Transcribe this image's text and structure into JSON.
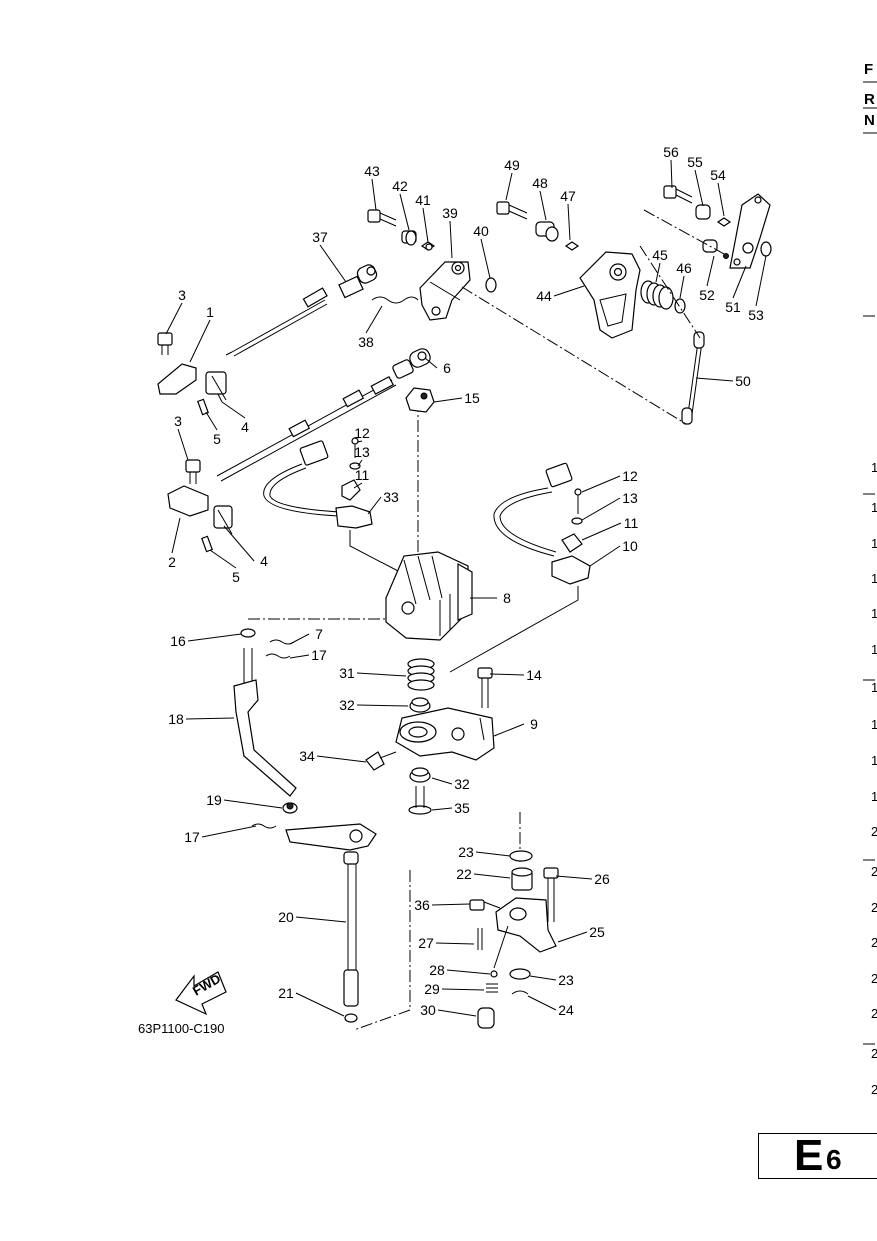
{
  "diagram": {
    "figure_code": "63P1100-C190",
    "fwd_label": "FWD",
    "section": {
      "letter": "E",
      "digit": "6"
    },
    "edge_header": [
      "F",
      "R",
      "N"
    ],
    "edge_rows": [
      "1",
      "1",
      "1",
      "1",
      "1",
      "1",
      "1",
      "1",
      "1",
      "1",
      "2",
      "2",
      "2",
      "2",
      "2",
      "2",
      "2",
      "2"
    ],
    "callouts": [
      {
        "id": "1"
      },
      {
        "id": "2"
      },
      {
        "id": "3"
      },
      {
        "id": "3"
      },
      {
        "id": "4"
      },
      {
        "id": "4"
      },
      {
        "id": "5"
      },
      {
        "id": "5"
      },
      {
        "id": "6"
      },
      {
        "id": "7"
      },
      {
        "id": "8"
      },
      {
        "id": "9"
      },
      {
        "id": "10"
      },
      {
        "id": "11"
      },
      {
        "id": "11"
      },
      {
        "id": "12"
      },
      {
        "id": "12"
      },
      {
        "id": "13"
      },
      {
        "id": "13"
      },
      {
        "id": "14"
      },
      {
        "id": "15"
      },
      {
        "id": "16"
      },
      {
        "id": "17"
      },
      {
        "id": "17"
      },
      {
        "id": "18"
      },
      {
        "id": "19"
      },
      {
        "id": "20"
      },
      {
        "id": "21"
      },
      {
        "id": "22"
      },
      {
        "id": "23"
      },
      {
        "id": "23"
      },
      {
        "id": "24"
      },
      {
        "id": "25"
      },
      {
        "id": "26"
      },
      {
        "id": "27"
      },
      {
        "id": "28"
      },
      {
        "id": "29"
      },
      {
        "id": "30"
      },
      {
        "id": "31"
      },
      {
        "id": "32"
      },
      {
        "id": "32"
      },
      {
        "id": "33"
      },
      {
        "id": "34"
      },
      {
        "id": "35"
      },
      {
        "id": "36"
      },
      {
        "id": "37"
      },
      {
        "id": "38"
      },
      {
        "id": "39"
      },
      {
        "id": "40"
      },
      {
        "id": "41"
      },
      {
        "id": "42"
      },
      {
        "id": "43"
      },
      {
        "id": "44"
      },
      {
        "id": "45"
      },
      {
        "id": "46"
      },
      {
        "id": "47"
      },
      {
        "id": "48"
      },
      {
        "id": "49"
      },
      {
        "id": "50"
      },
      {
        "id": "51"
      },
      {
        "id": "52"
      },
      {
        "id": "53"
      },
      {
        "id": "54"
      },
      {
        "id": "55"
      },
      {
        "id": "56"
      }
    ]
  }
}
